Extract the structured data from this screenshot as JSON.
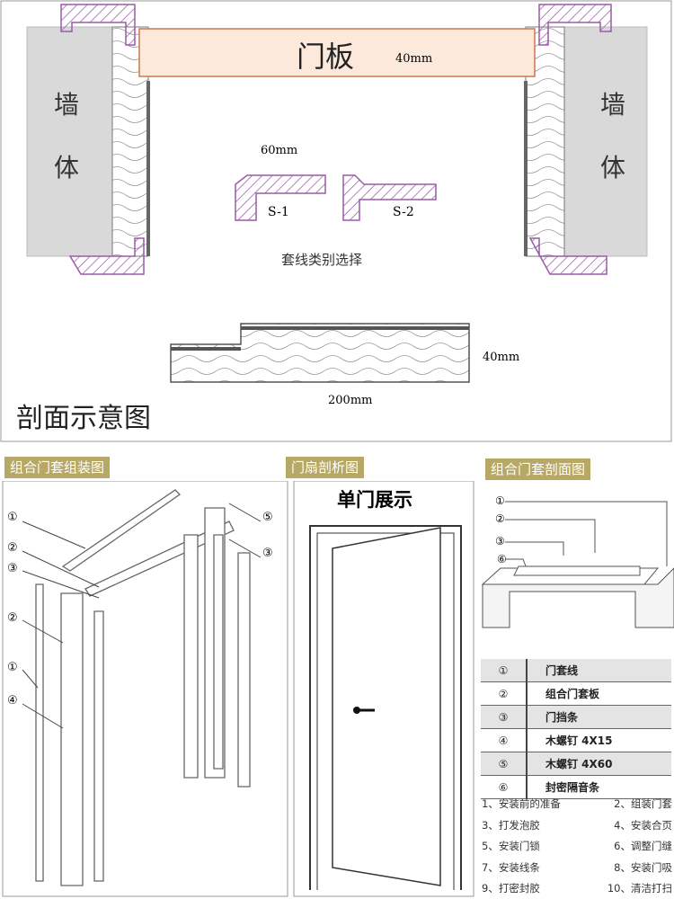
{
  "top": {
    "door_panel": "门板",
    "panel_thickness": "40mm",
    "wall_left": [
      "墙",
      "体"
    ],
    "wall_right": [
      "墙",
      "体"
    ],
    "trim_width": "60mm",
    "trim_s1": "S-1",
    "trim_s2": "S-2",
    "trim_caption": "套线类别选择",
    "board_thickness": "40mm",
    "board_width": "200mm",
    "section_title": "剖面示意图"
  },
  "panels": {
    "assembly_title": "组合门套组装图",
    "leaf_title": "门扇剖析图",
    "section_title": "组合门套剖面图",
    "single_door": "单门展示"
  },
  "assembly_callouts": [
    "①",
    "②",
    "③",
    "②",
    "①",
    "④",
    "⑤",
    "③"
  ],
  "section_callouts": [
    "①",
    "②",
    "③",
    "⑥"
  ],
  "legend": [
    {
      "num": "①",
      "label": "门套线"
    },
    {
      "num": "②",
      "label": "组合门套板"
    },
    {
      "num": "③",
      "label": "门挡条"
    },
    {
      "num": "④",
      "label": "木螺钉 4X15"
    },
    {
      "num": "⑤",
      "label": "木螺钉 4X60"
    },
    {
      "num": "⑥",
      "label": "封密隔音条"
    }
  ],
  "steps": [
    [
      "1、安装前的准备",
      "2、组装门套"
    ],
    [
      "3、打发泡胶",
      "4、安装合页"
    ],
    [
      "5、安装门锁",
      "6、调整门缝"
    ],
    [
      "7、安装线条",
      "8、安装门吸"
    ],
    [
      "9、打密封胶",
      "10、清洁打扫"
    ]
  ],
  "colors": {
    "header": "#b7a866",
    "trim": "#9a5aa8",
    "panel_fill": "#fde8dc",
    "wall": "#d9d9d9"
  }
}
